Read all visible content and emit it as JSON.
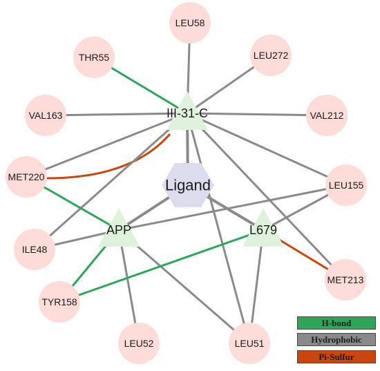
{
  "diagram": {
    "colors": {
      "residue_fill": "#fddcda",
      "ligand_fill": "#dcdcef",
      "compound_fill": "#dff3dc",
      "hbond": "#2fa55a",
      "hydrophobic": "#8a8a8a",
      "pi_sulfur": "#c9470e",
      "background": "#ffffff"
    },
    "nodes": [
      {
        "id": "ligand",
        "label": "Ligand",
        "kind": "ligand-hexagon"
      },
      {
        "id": "iii31c",
        "label": "III-31-C",
        "kind": "compound-triangle"
      },
      {
        "id": "app",
        "label": "APP",
        "kind": "compound-triangle"
      },
      {
        "id": "l679",
        "label": "L679",
        "kind": "compound-triangle"
      },
      {
        "id": "leu58",
        "label": "LEU58",
        "kind": "residue"
      },
      {
        "id": "thr55",
        "label": "THR55",
        "kind": "residue"
      },
      {
        "id": "leu272",
        "label": "LEU272",
        "kind": "residue"
      },
      {
        "id": "val163",
        "label": "VAL163",
        "kind": "residue"
      },
      {
        "id": "val212",
        "label": "VAL212",
        "kind": "residue"
      },
      {
        "id": "met220",
        "label": "MET220",
        "kind": "residue"
      },
      {
        "id": "leu155",
        "label": "LEU155",
        "kind": "residue"
      },
      {
        "id": "ile48",
        "label": "ILE48",
        "kind": "residue"
      },
      {
        "id": "met213",
        "label": "MET213",
        "kind": "residue"
      },
      {
        "id": "tyr158",
        "label": "TYR158",
        "kind": "residue"
      },
      {
        "id": "leu52",
        "label": "LEU52",
        "kind": "residue"
      },
      {
        "id": "leu51",
        "label": "LEU51",
        "kind": "residue"
      }
    ],
    "edges": [
      {
        "from": "ligand",
        "to": "iii31c",
        "type": "hydrophobic"
      },
      {
        "from": "ligand",
        "to": "app",
        "type": "hydrophobic"
      },
      {
        "from": "ligand",
        "to": "l679",
        "type": "hydrophobic"
      },
      {
        "from": "iii31c",
        "to": "leu58",
        "type": "hydrophobic"
      },
      {
        "from": "iii31c",
        "to": "thr55",
        "type": "hbond"
      },
      {
        "from": "iii31c",
        "to": "leu272",
        "type": "hydrophobic"
      },
      {
        "from": "iii31c",
        "to": "val163",
        "type": "hydrophobic"
      },
      {
        "from": "iii31c",
        "to": "val212",
        "type": "hydrophobic"
      },
      {
        "from": "iii31c",
        "to": "met220",
        "type": "hydrophobic"
      },
      {
        "from": "iii31c",
        "to": "met220",
        "type": "pi-sulfur"
      },
      {
        "from": "iii31c",
        "to": "leu155",
        "type": "hydrophobic"
      },
      {
        "from": "iii31c",
        "to": "ile48",
        "type": "hydrophobic"
      },
      {
        "from": "iii31c",
        "to": "met213",
        "type": "hydrophobic"
      },
      {
        "from": "iii31c",
        "to": "leu51",
        "type": "hydrophobic"
      },
      {
        "from": "app",
        "to": "met220",
        "type": "hbond"
      },
      {
        "from": "app",
        "to": "leu155",
        "type": "hydrophobic"
      },
      {
        "from": "app",
        "to": "ile48",
        "type": "hydrophobic"
      },
      {
        "from": "app",
        "to": "tyr158",
        "type": "hbond"
      },
      {
        "from": "app",
        "to": "leu52",
        "type": "hydrophobic"
      },
      {
        "from": "app",
        "to": "leu51",
        "type": "hydrophobic"
      },
      {
        "from": "l679",
        "to": "leu155",
        "type": "hydrophobic"
      },
      {
        "from": "l679",
        "to": "met213",
        "type": "pi-sulfur"
      },
      {
        "from": "l679",
        "to": "tyr158",
        "type": "hbond"
      },
      {
        "from": "l679",
        "to": "leu51",
        "type": "hydrophobic"
      }
    ]
  },
  "legend": {
    "hbond": "H-bond",
    "hydrophobic": "Hydrophobic",
    "pi_sulfur": "Pi-Sulfur"
  }
}
